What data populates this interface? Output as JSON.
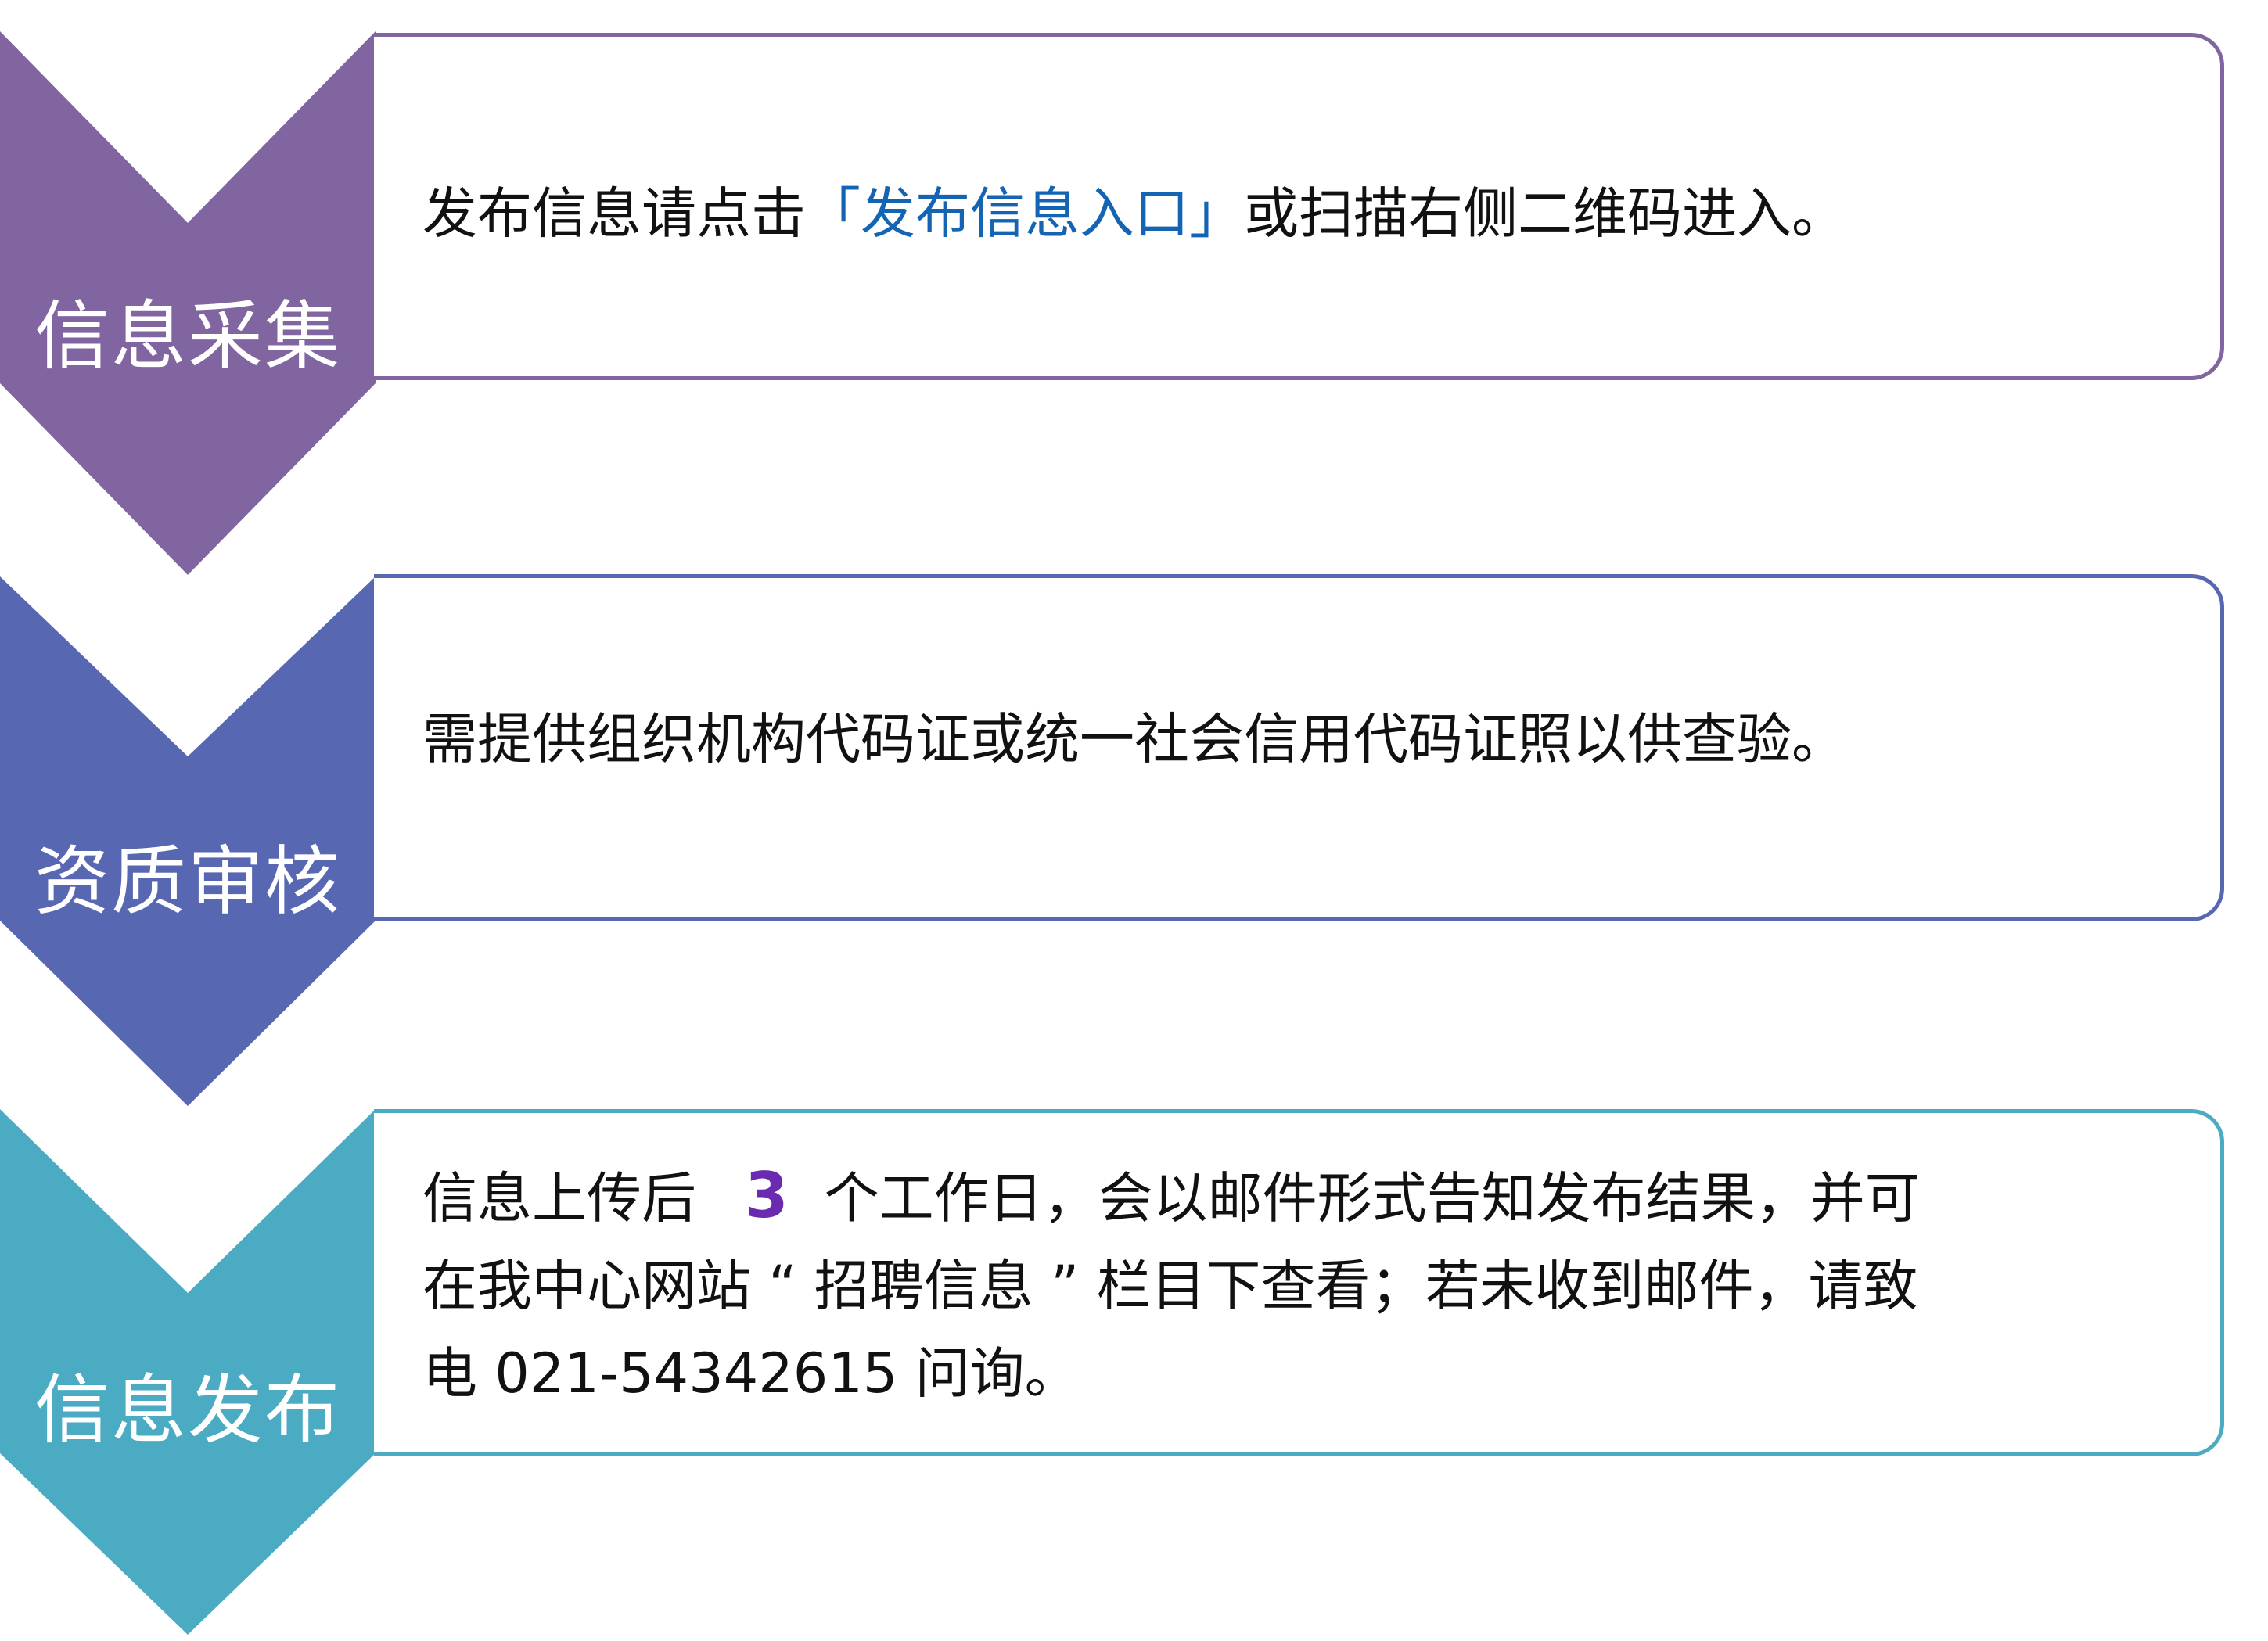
{
  "colors": {
    "step1": "#8065a1",
    "step2": "#5867b1",
    "step3": "#4aabc2",
    "link": "#1464b4",
    "highlight_number": "#6a2bb0",
    "text": "#111111"
  },
  "steps": [
    {
      "label": "信息采集",
      "text_before": "发布信息请点击",
      "link_text": "「发布信息入口」",
      "text_after": "或扫描右侧二维码进入。"
    },
    {
      "label": "资质审核",
      "text": "需提供组织机构代码证或统一社会信用代码证照以供查验。"
    },
    {
      "label": "信息发布",
      "line1_before": "信息上传后",
      "number": "3",
      "line1_after": "个工作日，会以邮件形式告知发布结果，并可",
      "line2": "在我中心网站 “ 招聘信息 ” 栏目下查看；若未收到邮件，请致",
      "line3": "电 021-54342615 问询。"
    }
  ]
}
